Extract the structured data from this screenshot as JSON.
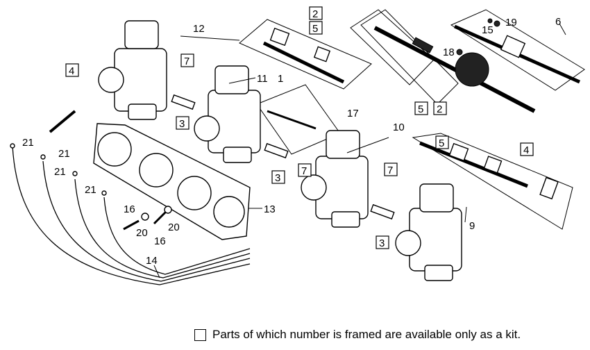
{
  "callouts": {
    "c1": "1",
    "c2a": "2",
    "c2b": "2",
    "c3a": "3",
    "c3b": "3",
    "c3c": "3",
    "c4a": "4",
    "c4b": "4",
    "c5a": "5",
    "c5b": "5",
    "c5c": "5",
    "c6": "6",
    "c7a": "7",
    "c7b": "7",
    "c7c": "7",
    "c9": "9",
    "c10": "10",
    "c11": "11",
    "c12": "12",
    "c13": "13",
    "c14": "14",
    "c15": "15",
    "c16a": "16",
    "c16b": "16",
    "c17": "17",
    "c18": "18",
    "c19": "19",
    "c20a": "20",
    "c20b": "20",
    "c21a": "21",
    "c21b": "21",
    "c21c": "21",
    "c21d": "21"
  },
  "legend": {
    "text": "Parts of which number is framed are available only as a kit."
  }
}
